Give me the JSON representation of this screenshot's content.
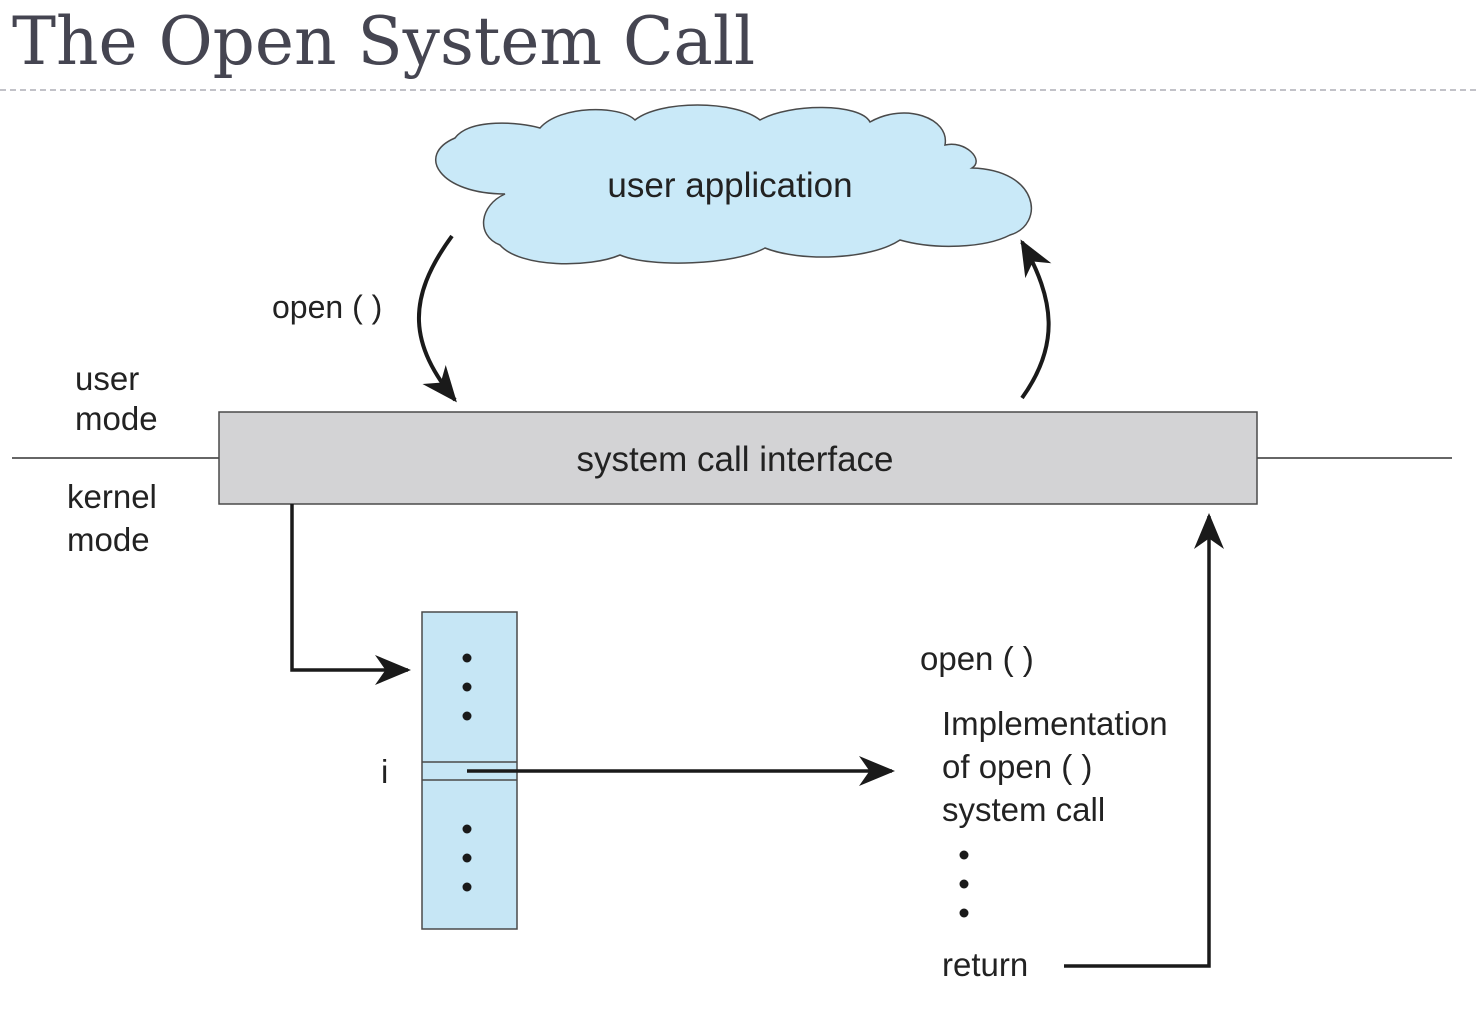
{
  "slide": {
    "title": "The Open System Call"
  },
  "diagram": {
    "user_application": "user application",
    "open_call_label": "open ( )",
    "user_mode": [
      "user",
      "mode"
    ],
    "kernel_mode": [
      "kernel",
      "mode"
    ],
    "system_call_interface": "system call interface",
    "table_index_label": "i",
    "implementation_block": {
      "heading": "open ( )",
      "lines": [
        "Implementation",
        "of open ( )",
        "system call"
      ],
      "return_label": "return"
    },
    "colors": {
      "cloud_fill": "#c9e9f8",
      "table_fill": "#c6e6f5",
      "interface_fill": "#d3d3d5",
      "line": "#1a1a1a"
    }
  }
}
